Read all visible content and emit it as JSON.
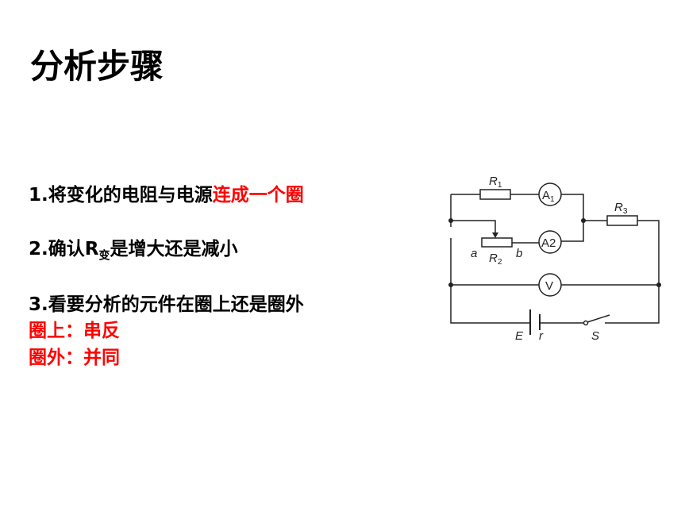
{
  "title": "分析步骤",
  "steps": [
    {
      "text": "1.将变化的电阻与电源",
      "highlight": "连成一个圈"
    },
    {
      "text": "2.确认R",
      "sub": "变",
      "rest": "是增大还是减小"
    },
    {
      "text": "3.看要分析的元件在圈上还是圈外"
    }
  ],
  "rules": [
    "圈上：串反",
    "圈外：并同"
  ],
  "circuit": {
    "labels": {
      "r1": "R",
      "r1_sub": "1",
      "r2": "R",
      "r2_sub": "2",
      "r3": "R",
      "r3_sub": "3",
      "a1": "A",
      "a1_sub": "1",
      "a2": "A2",
      "v": "V",
      "a": "a",
      "b": "b",
      "e": "E",
      "r": "r",
      "s": "S"
    }
  },
  "colors": {
    "highlight": "#ff0000"
  }
}
